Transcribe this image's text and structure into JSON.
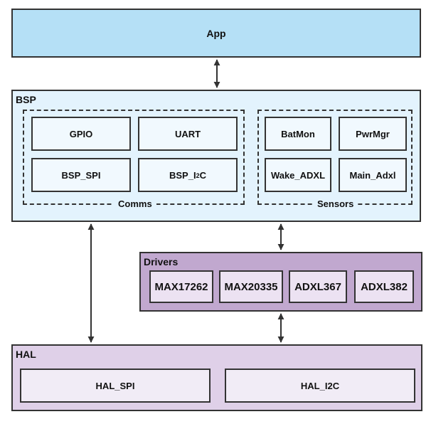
{
  "layers": {
    "app": {
      "label": "App"
    },
    "bsp": {
      "label": "BSP",
      "groups": {
        "comms": {
          "label": "Comms",
          "boxes": {
            "gpio": "GPIO",
            "uart": "UART",
            "bsp_spi": "BSP_SPI",
            "bsp_i2c_prefix": "BSP_I",
            "bsp_i2c_sup": "2",
            "bsp_i2c_suffix": "C"
          }
        },
        "sensors": {
          "label": "Sensors",
          "boxes": {
            "batmon": "BatMon",
            "pwrmgr": "PwrMgr",
            "wake_adxl": "Wake_ADXL",
            "main_adxl": "Main_Adxl"
          }
        }
      }
    },
    "drivers": {
      "label": "Drivers",
      "boxes": [
        "MAX17262",
        "MAX20335",
        "ADXL367",
        "ADXL382"
      ]
    },
    "hal": {
      "label": "HAL",
      "boxes": [
        "HAL_SPI",
        "HAL_I2C"
      ]
    }
  },
  "colors": {
    "app_fill": "#b5e0f6",
    "bsp_fill": "#e3f3fd",
    "drivers_fill": "#c1a8cf",
    "hal_fill": "#dfd0e8",
    "stroke": "#333333"
  },
  "arrows": [
    {
      "from": "App",
      "to": "BSP",
      "direction": "bidirectional"
    },
    {
      "from": "BSP",
      "to": "Drivers",
      "direction": "bidirectional"
    },
    {
      "from": "BSP",
      "to": "HAL",
      "direction": "bidirectional"
    },
    {
      "from": "Drivers",
      "to": "HAL",
      "direction": "bidirectional"
    }
  ]
}
